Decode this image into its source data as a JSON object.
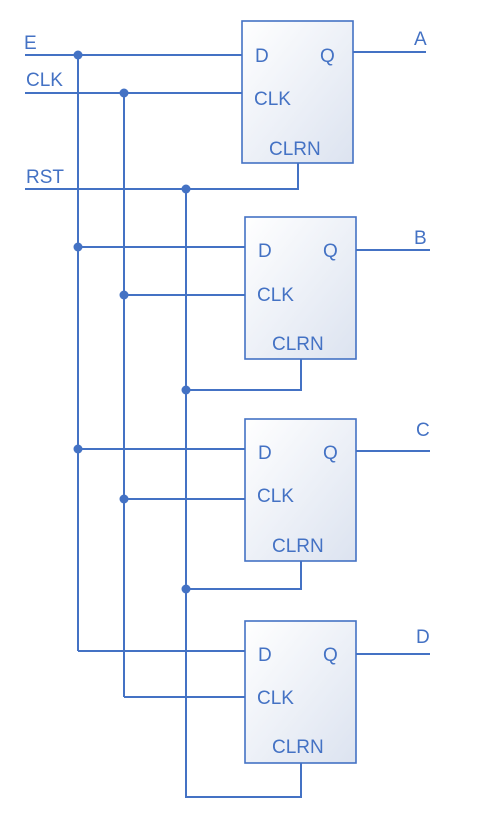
{
  "inputs": {
    "e": "E",
    "clk": "CLK",
    "rst": "RST"
  },
  "outputs": {
    "a": "A",
    "b": "B",
    "c": "C",
    "d": "D"
  },
  "flip_flops": [
    {
      "d_pin": "D",
      "q_pin": "Q",
      "clk_pin": "CLK",
      "clrn_pin": "CLRN"
    },
    {
      "d_pin": "D",
      "q_pin": "Q",
      "clk_pin": "CLK",
      "clrn_pin": "CLRN"
    },
    {
      "d_pin": "D",
      "q_pin": "Q",
      "clk_pin": "CLK",
      "clrn_pin": "CLRN"
    },
    {
      "d_pin": "D",
      "q_pin": "Q",
      "clk_pin": "CLK",
      "clrn_pin": "CLRN"
    }
  ],
  "colors": {
    "wire": "#4472C4",
    "box_fill_light": "#FFFFFF",
    "box_fill_dark": "#DCE3F0"
  }
}
